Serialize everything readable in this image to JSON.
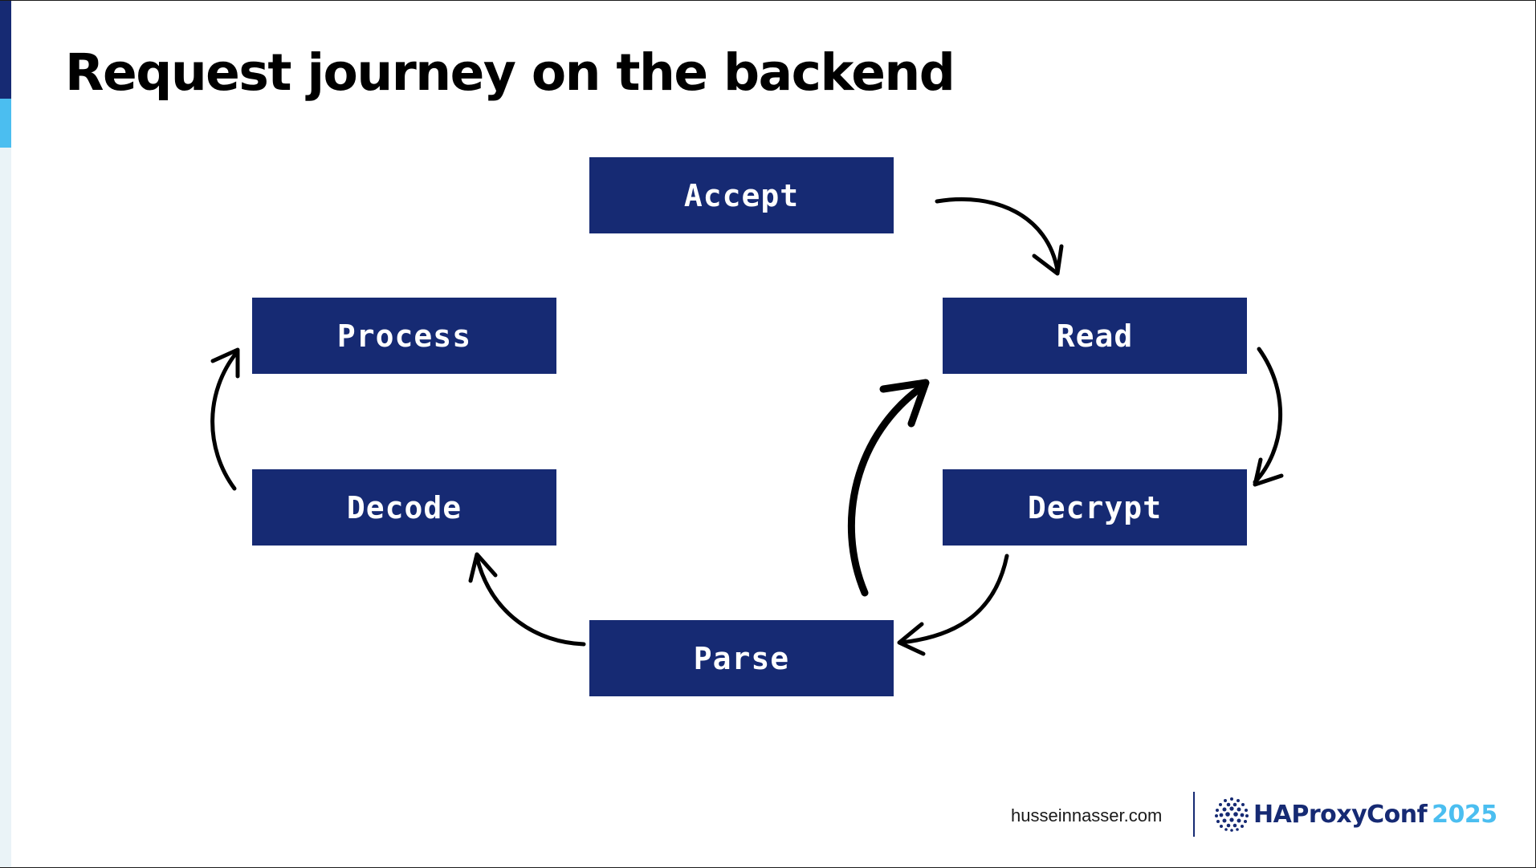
{
  "slide": {
    "title": "Request journey on the backend"
  },
  "diagram": {
    "nodes": [
      {
        "id": "accept",
        "label": "Accept"
      },
      {
        "id": "read",
        "label": "Read"
      },
      {
        "id": "decrypt",
        "label": "Decrypt"
      },
      {
        "id": "parse",
        "label": "Parse"
      },
      {
        "id": "decode",
        "label": "Decode"
      },
      {
        "id": "process",
        "label": "Process"
      }
    ],
    "edges": [
      {
        "from": "accept",
        "to": "read"
      },
      {
        "from": "read",
        "to": "decrypt"
      },
      {
        "from": "decrypt",
        "to": "parse"
      },
      {
        "from": "parse",
        "to": "decode"
      },
      {
        "from": "decode",
        "to": "process"
      },
      {
        "from": "parse",
        "to": "read",
        "emphasis": "bold"
      }
    ]
  },
  "footer": {
    "site": "husseinnasser.com",
    "brand_name": "HAProxyConf",
    "brand_year": "2025"
  },
  "colors": {
    "box_fill": "#162a73",
    "box_text": "#ffffff",
    "accent_dark": "#162a73",
    "accent_light": "#4bbef0",
    "arrow": "#000000"
  }
}
